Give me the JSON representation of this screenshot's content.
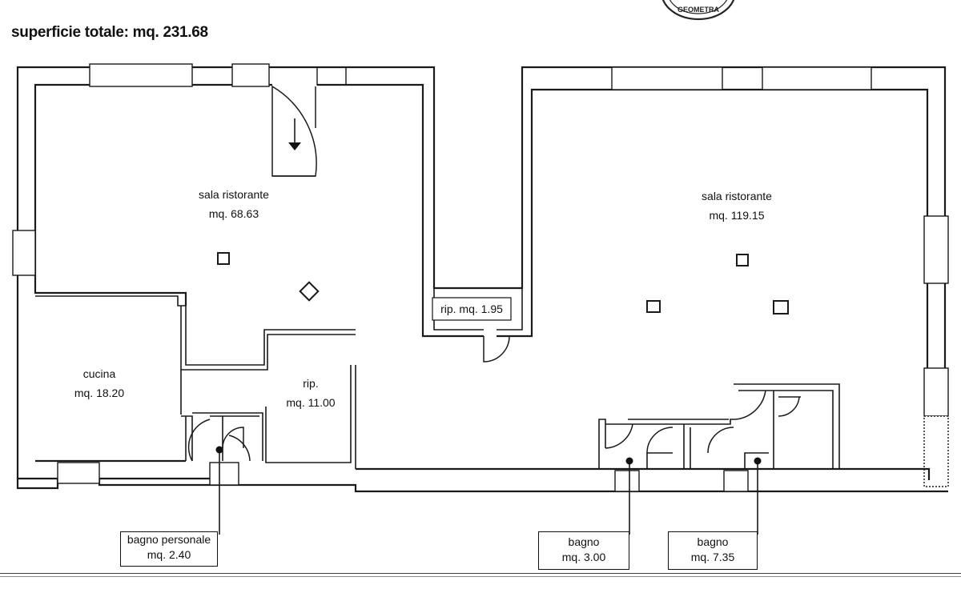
{
  "header": {
    "title": "superficie totale: mq. 231.68"
  },
  "stamp": {
    "text": "GEOMETRA"
  },
  "rooms": [
    {
      "id": "sala-left",
      "name": "sala ristorante",
      "area": "mq. 68.63"
    },
    {
      "id": "sala-right",
      "name": "sala ristorante",
      "area": "mq. 119.15"
    },
    {
      "id": "cucina",
      "name": "cucina",
      "area": "mq. 18.20"
    },
    {
      "id": "rip-large",
      "name": "rip.",
      "area": "mq. 11.00"
    },
    {
      "id": "rip-small",
      "name": "rip. mq. 1.95"
    }
  ],
  "callouts": [
    {
      "id": "bagno-personale",
      "name": "bagno personale",
      "area": "mq. 2.40"
    },
    {
      "id": "bagno-1",
      "name": "bagno",
      "area": "mq. 3.00"
    },
    {
      "id": "bagno-2",
      "name": "bagno",
      "area": "mq. 7.35"
    }
  ]
}
